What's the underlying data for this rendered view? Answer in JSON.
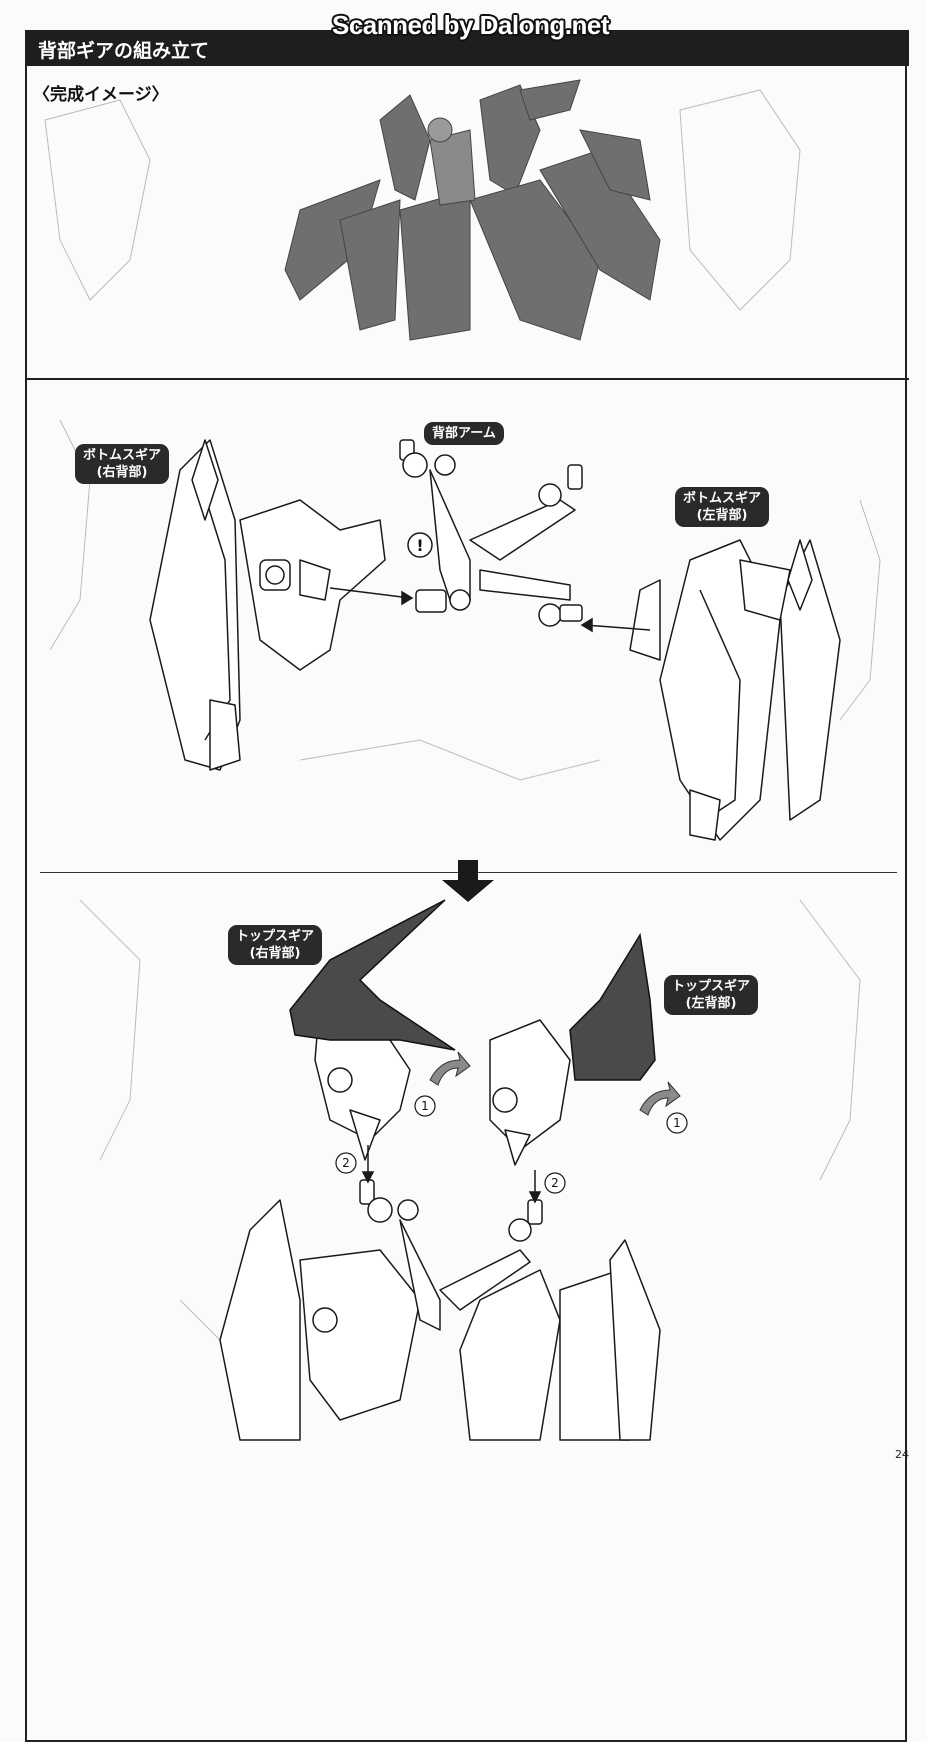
{
  "watermark": "Scanned by Dalong.net",
  "header": {
    "title": "背部ギアの組み立て"
  },
  "section_image": {
    "label": "〈完成イメージ〉"
  },
  "step1": {
    "labels": {
      "bottom_right": {
        "line1": "ボトムスギア",
        "line2": "(右背部)"
      },
      "back_arm": {
        "line1": "背部アーム"
      },
      "bottom_left": {
        "line1": "ボトムスギア",
        "line2": "(左背部)"
      }
    },
    "caution_mark": "!"
  },
  "step2": {
    "labels": {
      "top_right": {
        "line1": "トップスギア",
        "line2": "(右背部)"
      },
      "top_left": {
        "line1": "トップスギア",
        "line2": "(左背部)"
      }
    },
    "step_markers": {
      "rotate_right": "1",
      "rotate_left": "1",
      "attach_right": "2",
      "attach_left": "2"
    }
  },
  "page_number": "24",
  "colors": {
    "header_bg": "#1e1e1e",
    "label_bg": "#2a2a2a",
    "line": "#222222",
    "ghost": "#b9bcbf",
    "image_fill": "#707070"
  }
}
